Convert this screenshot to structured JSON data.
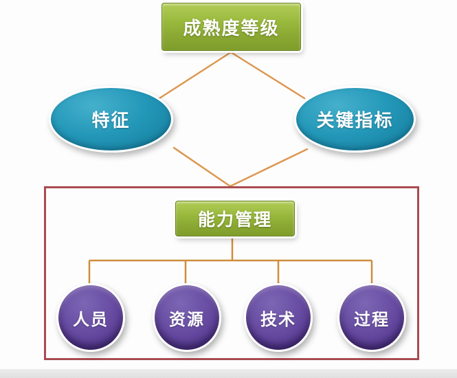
{
  "diagram": {
    "title_box": {
      "label": "成熟度等级"
    },
    "left_ellipse": {
      "label": "特征"
    },
    "right_ellipse": {
      "label": "关键指标"
    },
    "capability_box": {
      "label": "能力管理"
    },
    "capability_items": [
      {
        "label": "人员"
      },
      {
        "label": "资源"
      },
      {
        "label": "技术"
      },
      {
        "label": "过程"
      }
    ],
    "colors": {
      "green_box_fill": "#8fae33",
      "green_box_border": "#63801f",
      "teal_ellipse_fill": "#2397b8",
      "purple_circle_fill": "#64489f",
      "diagonal_line": "#dd9750",
      "tree_line": "#cf8d3c",
      "group_frame_border": "#a94b50",
      "node_text": "#ffffff",
      "background": "#fdfdfd"
    }
  }
}
